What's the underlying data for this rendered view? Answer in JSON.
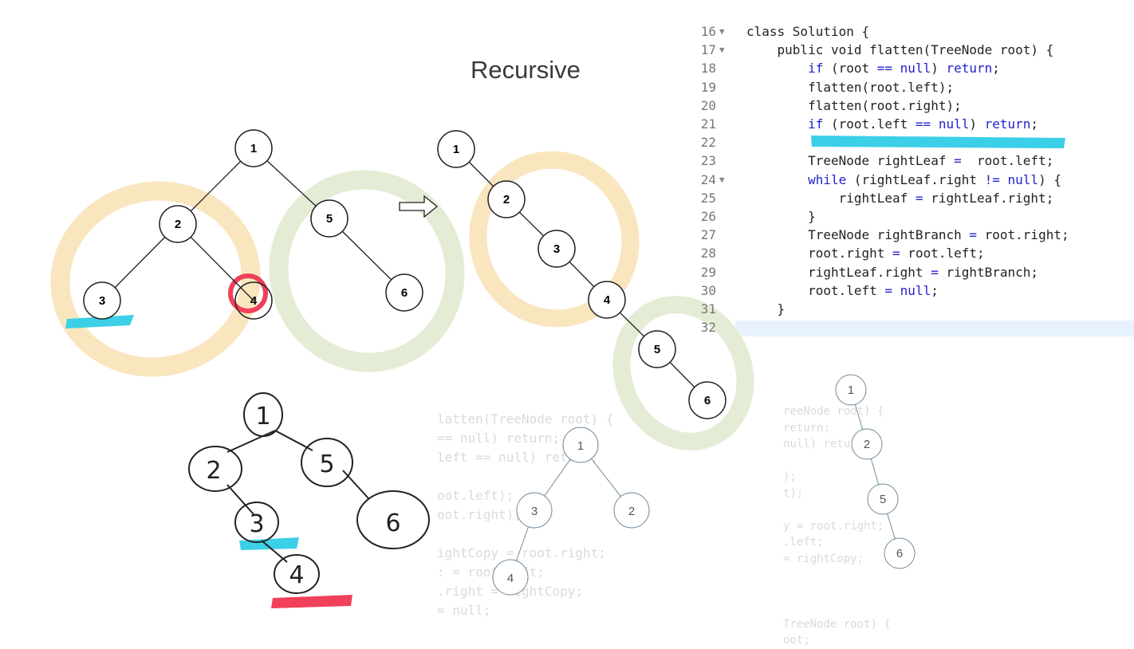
{
  "title": "Recursive",
  "code": {
    "lines": [
      {
        "num": "16",
        "fold": "▼",
        "text": "class Solution {"
      },
      {
        "num": "17",
        "fold": "▼",
        "text": "    public void flatten(TreeNode root) {"
      },
      {
        "num": "18",
        "fold": "",
        "text": "        if (root == null) return;"
      },
      {
        "num": "19",
        "fold": "",
        "text": "        flatten(root.left);"
      },
      {
        "num": "20",
        "fold": "",
        "text": "        flatten(root.right);"
      },
      {
        "num": "21",
        "fold": "",
        "text": "        if (root.left == null) return;"
      },
      {
        "num": "22",
        "fold": "",
        "text": ""
      },
      {
        "num": "23",
        "fold": "",
        "text": "        TreeNode rightLeaf =  root.left;"
      },
      {
        "num": "24",
        "fold": "▼",
        "text": "        while (rightLeaf.right != null) {"
      },
      {
        "num": "25",
        "fold": "",
        "text": "            rightLeaf = rightLeaf.right;"
      },
      {
        "num": "26",
        "fold": "",
        "text": "        }"
      },
      {
        "num": "27",
        "fold": "",
        "text": "        TreeNode rightBranch = root.right;"
      },
      {
        "num": "28",
        "fold": "",
        "text": "        root.right = root.left;"
      },
      {
        "num": "29",
        "fold": "",
        "text": "        rightLeaf.right = rightBranch;"
      },
      {
        "num": "30",
        "fold": "",
        "text": "        root.left = null;"
      },
      {
        "num": "31",
        "fold": "",
        "text": "    }"
      },
      {
        "num": "32",
        "fold": "",
        "text": ""
      }
    ]
  },
  "trees": {
    "original": [
      "1",
      "2",
      "5",
      "3",
      "4",
      "6"
    ],
    "flattened": [
      "1",
      "2",
      "3",
      "4",
      "5",
      "6"
    ],
    "handwritten": [
      "1",
      "2",
      "5",
      "3",
      "6",
      "4"
    ],
    "faint_mid": [
      "1",
      "3",
      "2",
      "4"
    ],
    "faint_right": [
      "1",
      "2",
      "5",
      "6"
    ]
  },
  "ghost_code": {
    "mid": [
      "latten(TreeNode root) {",
      "== null) return;",
      "left == null) return;",
      "",
      "oot.left);",
      "oot.right);",
      "",
      "ightCopy = root.right;",
      ": = root.left;",
      ".right = rightCopy;",
      "= null;"
    ],
    "right": [
      "reeNode root) {",
      "return;",
      "null) return;",
      "",
      ");",
      "t);",
      "",
      "y = root.right;",
      ".left;",
      "= rightCopy;",
      "",
      "",
      "",
      "TreeNode root) {",
      "oot;"
    ]
  },
  "colors": {
    "orange_circle": "#f9e6bf",
    "green_circle": "#e4ecd6",
    "cyan_highlight": "#3ccfe8",
    "red_highlight": "#f0405a",
    "keyword": "#2222cc",
    "cursor_line": "#e8f2fe"
  },
  "icons": [
    "right-arrow-icon",
    "fold-arrow-icon"
  ]
}
